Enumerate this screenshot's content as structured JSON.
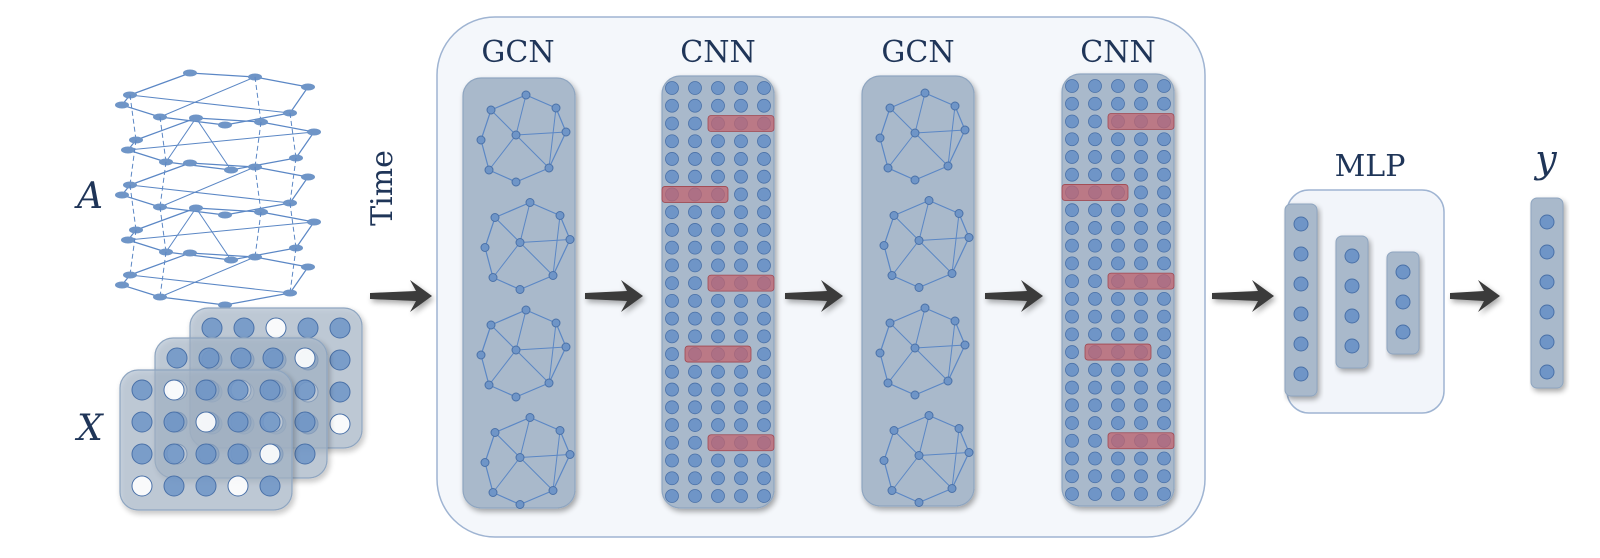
{
  "labels": {
    "adjacency": "A",
    "features": "X",
    "time": "Time",
    "output": "y",
    "mlp": "MLP"
  },
  "blocks": [
    {
      "type": "GCN",
      "label": "GCN"
    },
    {
      "type": "CNN",
      "label": "CNN"
    },
    {
      "type": "GCN",
      "label": "GCN"
    },
    {
      "type": "CNN",
      "label": "CNN"
    }
  ],
  "colors": {
    "panel_fill": "#a9b9cb",
    "panel_stroke": "#8ea5c0",
    "node_fill": "#6f95c7",
    "node_stroke": "#4a71a8",
    "edge": "#5b87c5",
    "highlight": "#c2646f",
    "arrow": "#3a3a3a",
    "label": "#1f3558",
    "frame_stroke": "#9fb4d2"
  }
}
